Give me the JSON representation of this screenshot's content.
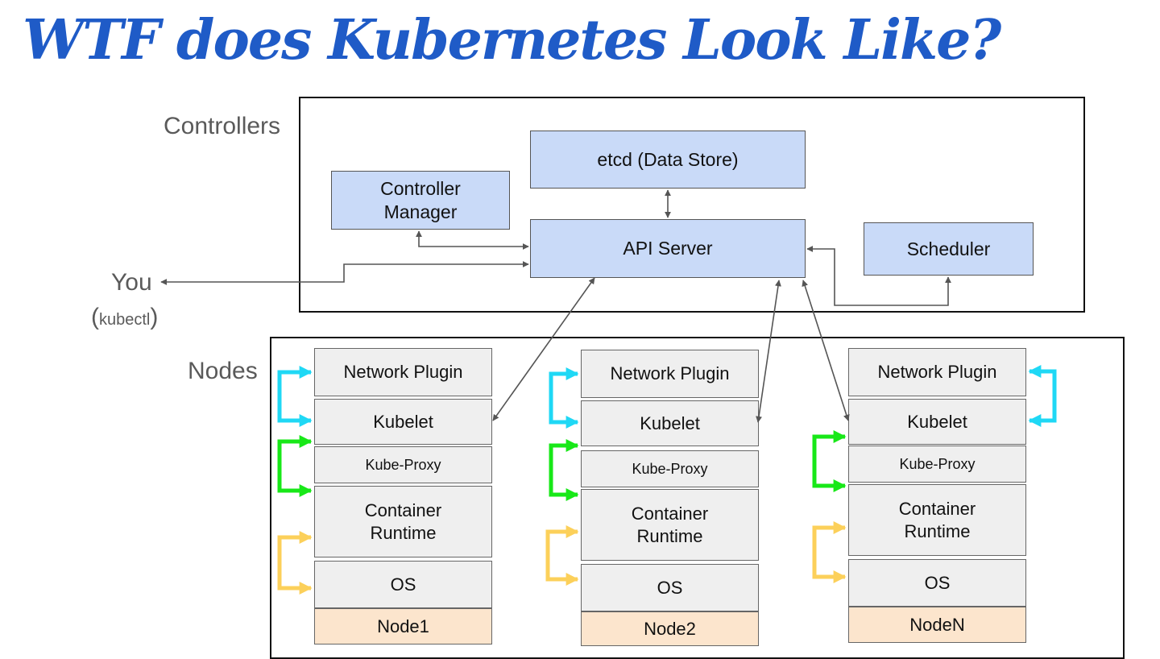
{
  "title": "WTF does Kubernetes Look Like?",
  "sections": {
    "controllers": "Controllers",
    "nodes": "Nodes"
  },
  "client": {
    "you": "You",
    "kubectl_open": "(",
    "kubectl": "kubectl",
    "kubectl_close": ")"
  },
  "control_plane": {
    "etcd": "etcd (Data Store)",
    "controller_manager": "Controller\nManager",
    "api_server": "API Server",
    "scheduler": "Scheduler"
  },
  "nodes": [
    {
      "network_plugin": "Network Plugin",
      "kubelet": "Kubelet",
      "kube_proxy": "Kube-Proxy",
      "container_runtime": "Container\nRuntime",
      "os": "OS",
      "name": "Node1"
    },
    {
      "network_plugin": "Network Plugin",
      "kubelet": "Kubelet",
      "kube_proxy": "Kube-Proxy",
      "container_runtime": "Container\nRuntime",
      "os": "OS",
      "name": "Node2"
    },
    {
      "network_plugin": "Network Plugin",
      "kubelet": "Kubelet",
      "kube_proxy": "Kube-Proxy",
      "container_runtime": "Container\nRuntime",
      "os": "OS",
      "name": "NodeN"
    }
  ],
  "colors": {
    "title": "#1f5bc7",
    "control_box": "#c9daf8",
    "node_layer": "#efefef",
    "node_name": "#fce5cd",
    "network_link": "#1fd8f5",
    "proxy_link": "#18e818",
    "runtime_link": "#fcd05a",
    "connector": "#555555"
  }
}
